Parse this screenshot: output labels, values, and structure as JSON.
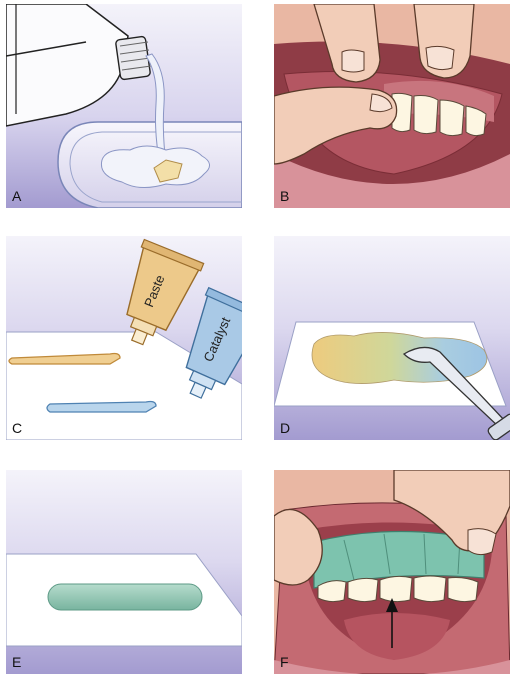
{
  "panels": {
    "a": {
      "label": "A"
    },
    "b": {
      "label": "B"
    },
    "c": {
      "label": "C",
      "tube_paste": "Paste",
      "tube_catalyst": "Catalyst"
    },
    "d": {
      "label": "D"
    },
    "e": {
      "label": "E"
    },
    "f": {
      "label": "F"
    }
  },
  "colors": {
    "background_light": "#f1f0f8",
    "background_purple": "#a69fd2",
    "paste_yellow": "#e8c07a",
    "catalyst_blue": "#9fc2df",
    "putty_green": "#8fc9b4",
    "gum_red": "#b8606a",
    "skin": "#f0c9b4",
    "tooth": "#fdf6e2"
  }
}
